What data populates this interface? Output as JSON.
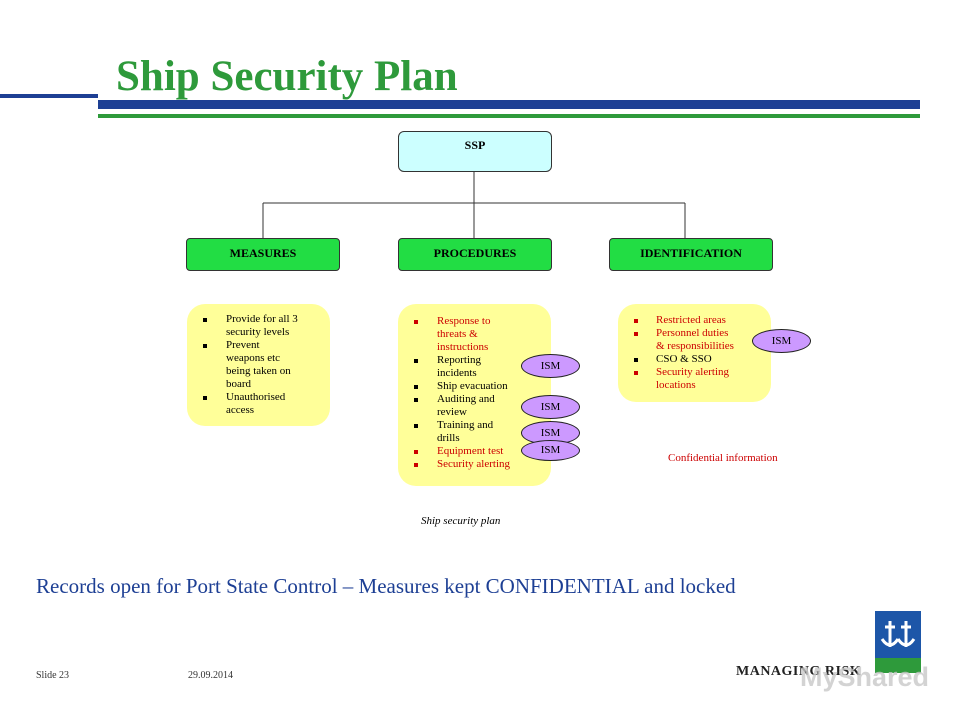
{
  "slide": {
    "title": "Ship Security Plan",
    "records_text": "Records open for Port State Control – Measures kept CONFIDENTIAL and locked",
    "slide_number": "Slide 23",
    "date": "29.09.2014",
    "footer_brand": "MANAGING RISK",
    "watermark": "MyShared"
  },
  "diagram": {
    "root": "SSP",
    "branches": {
      "measures": {
        "label": "MEASURES",
        "items": [
          {
            "lines": [
              "Provide for all 3",
              "security levels"
            ],
            "color": "black"
          },
          {
            "lines": [
              "Prevent",
              "weapons etc",
              "being taken on",
              "board"
            ],
            "color": "black"
          },
          {
            "lines": [
              "Unauthorised",
              "access"
            ],
            "color": "black"
          }
        ]
      },
      "procedures": {
        "label": "PROCEDURES",
        "items": [
          {
            "lines": [
              "Response to",
              "threats &",
              "instructions"
            ],
            "color": "red"
          },
          {
            "lines": [
              "Reporting",
              "incidents"
            ],
            "color": "black"
          },
          {
            "lines": [
              "Ship evacuation"
            ],
            "color": "black"
          },
          {
            "lines": [
              "Auditing and",
              "review"
            ],
            "color": "black"
          },
          {
            "lines": [
              "Training  and",
              "drills"
            ],
            "color": "black"
          },
          {
            "lines": [
              "Equipment test"
            ],
            "color": "red"
          },
          {
            "lines": [
              "Security alerting"
            ],
            "color": "red"
          }
        ]
      },
      "identification": {
        "label": "IDENTIFICATION",
        "items": [
          {
            "lines": [
              "Restricted areas"
            ],
            "color": "red"
          },
          {
            "lines": [
              "Personnel duties",
              "& responsibilities"
            ],
            "color": "red"
          },
          {
            "lines": [
              "CSO & SSO"
            ],
            "color": "black"
          },
          {
            "lines": [
              "Security alerting",
              "locations"
            ],
            "color": "red"
          }
        ]
      }
    },
    "ism_label": "ISM",
    "confidential": "Confidential information",
    "caption": "Ship security plan"
  },
  "colors": {
    "title_green": "#2e9a3b",
    "rule_blue": "#1d3f94",
    "node_green": "#22dd44",
    "root_fill": "#ccffff",
    "note_fill": "#ffff99",
    "ism_fill": "#cc99ff",
    "red_text": "#cc0000"
  }
}
